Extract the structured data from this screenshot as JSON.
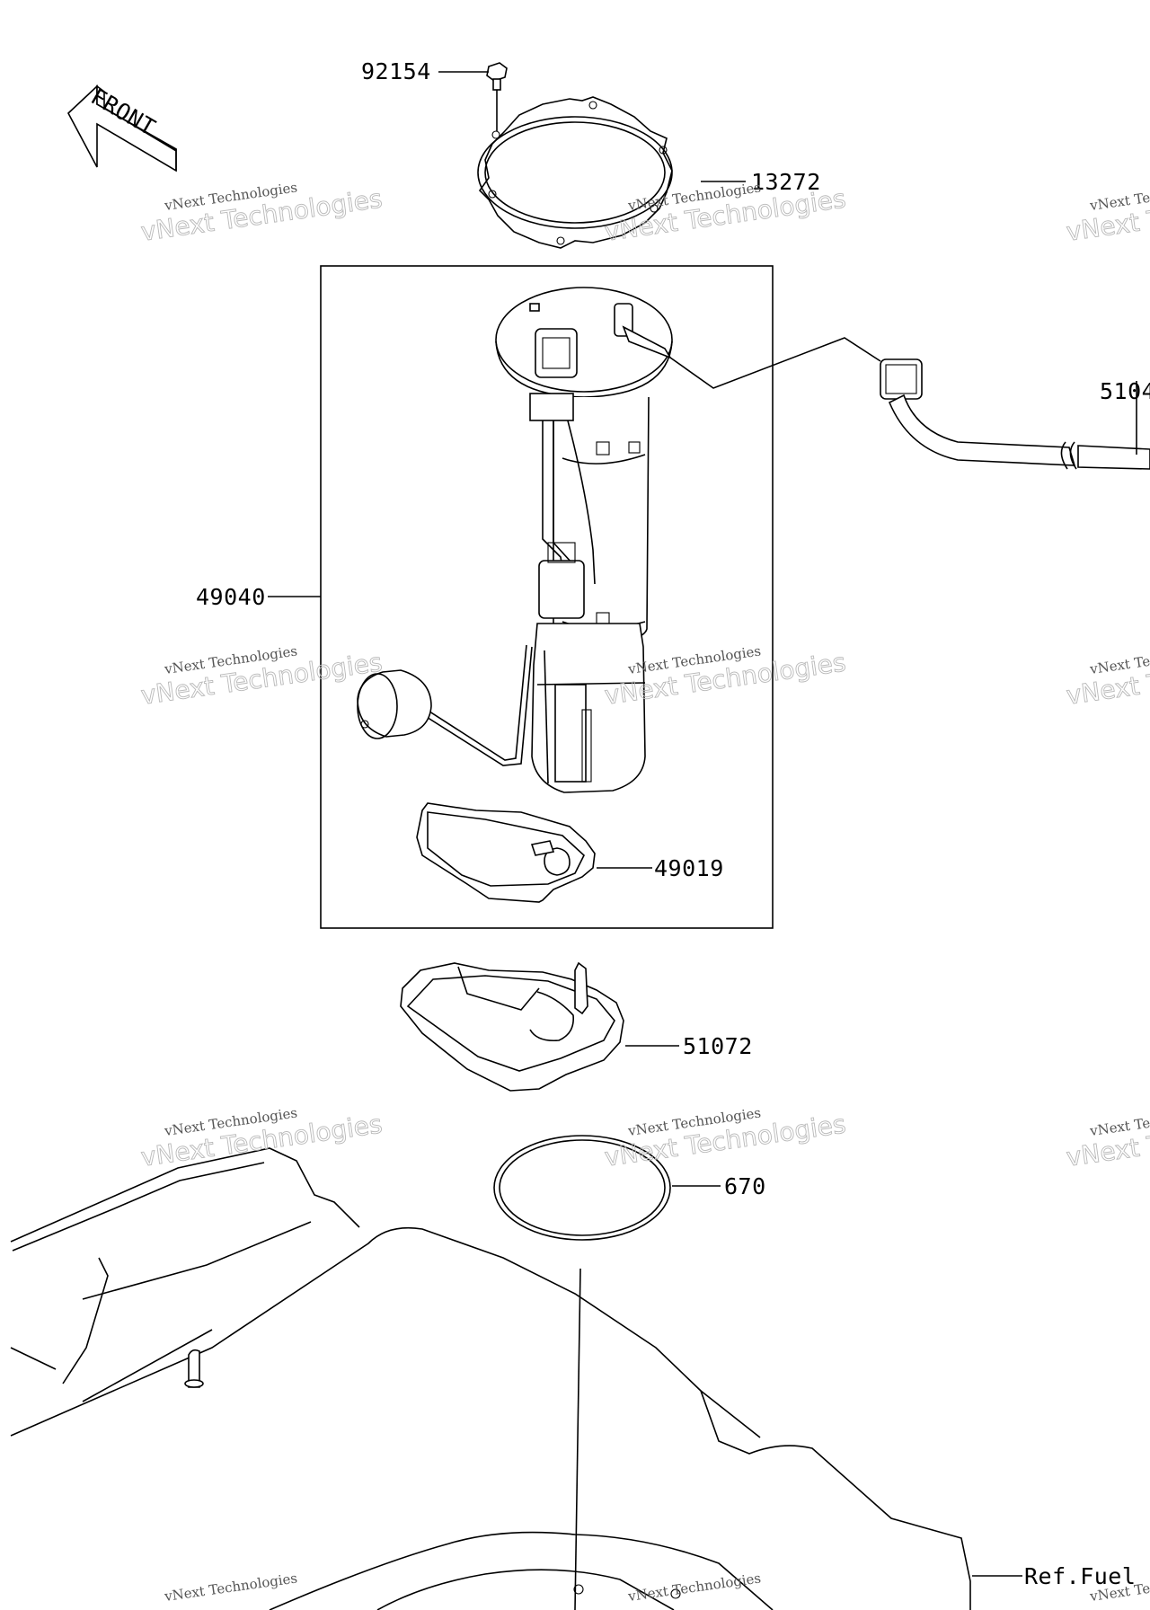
{
  "front_arrow": {
    "label": "FRONT"
  },
  "callouts": [
    {
      "id": "92154",
      "label": "92154"
    },
    {
      "id": "13272",
      "label": "13272"
    },
    {
      "id": "51044",
      "label": "5104"
    },
    {
      "id": "49040",
      "label": "49040"
    },
    {
      "id": "49019",
      "label": "49019"
    },
    {
      "id": "51072",
      "label": "51072"
    },
    {
      "id": "670",
      "label": "670"
    },
    {
      "id": "ref-fuel",
      "label": "Ref.Fuel"
    }
  ],
  "watermark": {
    "line1": "vNext Technologies",
    "line2": "vNext Technologies"
  }
}
